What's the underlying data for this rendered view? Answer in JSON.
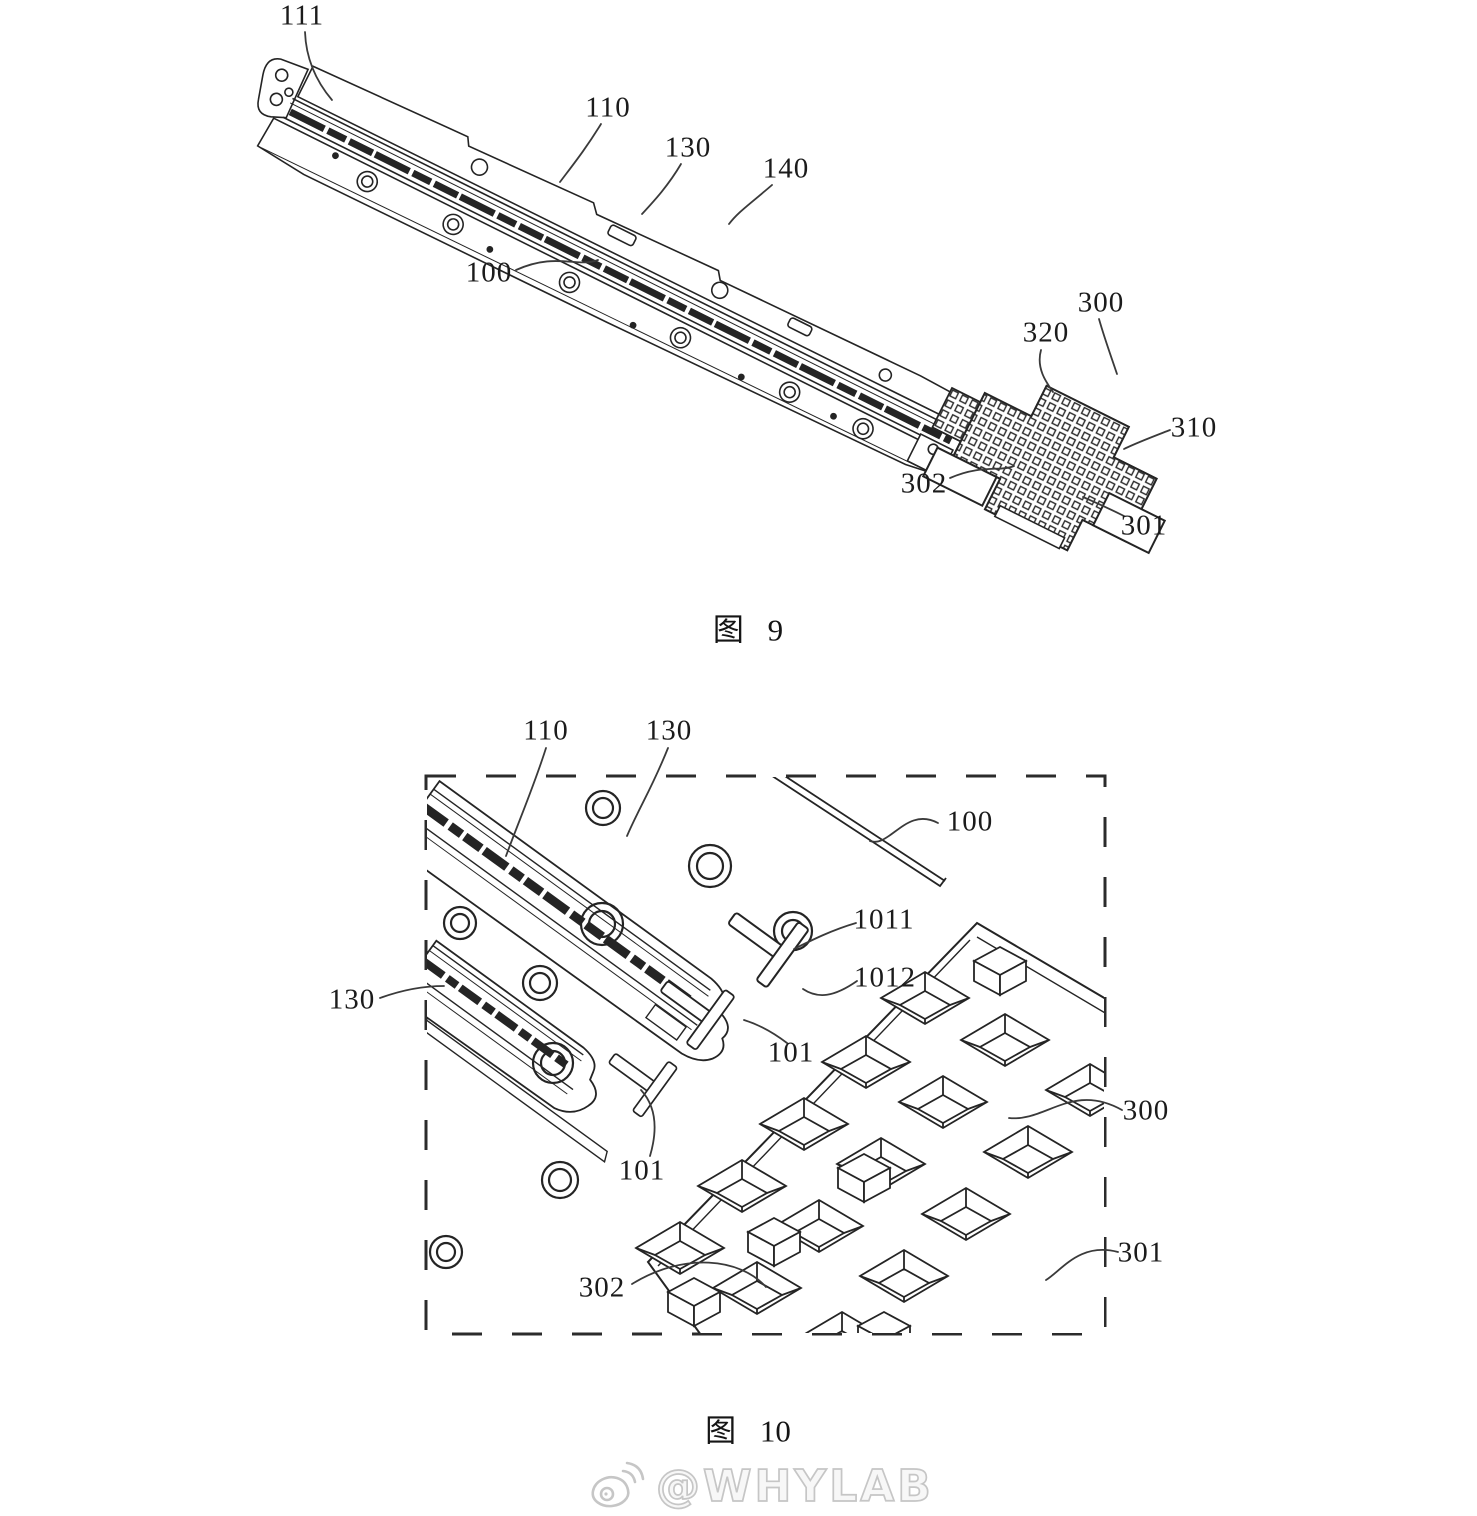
{
  "colors": {
    "background": "#ffffff",
    "line_art": "#242424",
    "label_text": "#1b1b1b",
    "watermark": "#c6c6c6"
  },
  "figure9": {
    "caption": "图 9",
    "labels": [
      {
        "ref": "111"
      },
      {
        "ref": "110"
      },
      {
        "ref": "130"
      },
      {
        "ref": "140"
      },
      {
        "ref": "100"
      },
      {
        "ref": "300"
      },
      {
        "ref": "320"
      },
      {
        "ref": "310"
      },
      {
        "ref": "302"
      },
      {
        "ref": "301"
      }
    ]
  },
  "figure10": {
    "caption": "图 10",
    "labels": [
      {
        "ref": "110"
      },
      {
        "ref": "130"
      },
      {
        "ref": "100"
      },
      {
        "ref": "1011"
      },
      {
        "ref": "1012"
      },
      {
        "ref": "130"
      },
      {
        "ref": "101"
      },
      {
        "ref": "101"
      },
      {
        "ref": "300"
      },
      {
        "ref": "301"
      },
      {
        "ref": "302"
      }
    ]
  },
  "watermark": {
    "handle": "@WHYLAB",
    "icon": "weibo-logo"
  }
}
